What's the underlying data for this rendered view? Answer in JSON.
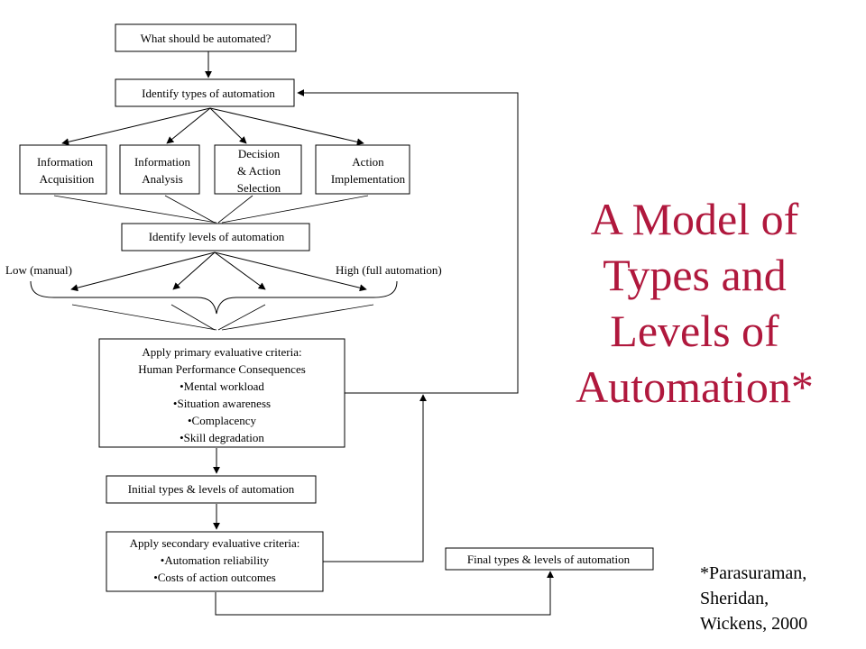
{
  "diagram": {
    "what_to_automate": "What should be automated?",
    "identify_types": "Identify types of automation",
    "types": [
      {
        "lines": [
          "Information",
          "Acquisition"
        ]
      },
      {
        "lines": [
          "Information",
          "Analysis"
        ]
      },
      {
        "lines": [
          "Decision",
          "& Action",
          "Selection"
        ]
      },
      {
        "lines": [
          "Action",
          "Implementation"
        ]
      }
    ],
    "identify_levels": "Identify levels of automation",
    "scale": {
      "low": "Low (manual)",
      "high": "High (full automation)"
    },
    "primary_criteria": {
      "heading": "Apply primary evaluative criteria:",
      "subheading": "Human Performance Consequences",
      "items": [
        "•Mental workload",
        "•Situation awareness",
        "•Complacency",
        "•Skill degradation"
      ]
    },
    "initial_types_levels": "Initial types & levels of automation",
    "secondary_criteria": {
      "heading": "Apply secondary evaluative criteria:",
      "items": [
        "•Automation reliability",
        "•Costs of action outcomes"
      ]
    },
    "final_types_levels": "Final types & levels of automation"
  },
  "title": {
    "lines": [
      "A Model of",
      "Types and",
      "Levels of",
      "Automation*"
    ],
    "color": "#b0183d"
  },
  "citation": {
    "lines": [
      "*Parasuraman,",
      "Sheridan,",
      "Wickens, 2000"
    ]
  }
}
